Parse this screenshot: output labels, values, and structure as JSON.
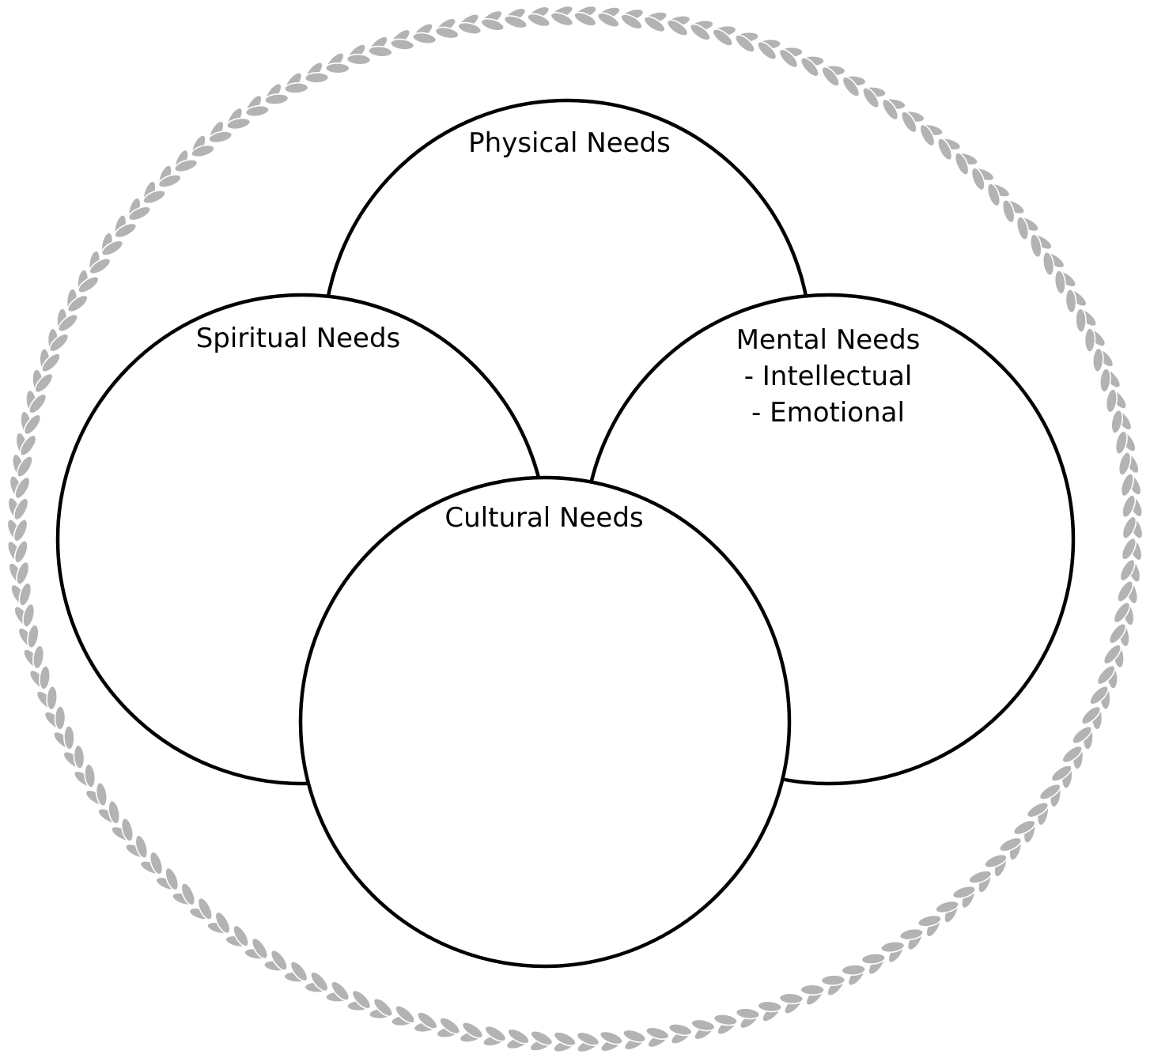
{
  "diagram": {
    "circles": {
      "physical": {
        "label": "Physical Needs"
      },
      "spiritual": {
        "label": "Spiritual Needs"
      },
      "mental": {
        "label": "Mental Needs",
        "sub_items": [
          "- Intellectual",
          "- Emotional"
        ]
      },
      "cultural": {
        "label": "Cultural Needs"
      }
    },
    "colors": {
      "outline": "#000000",
      "fill": "#ffffff",
      "braid": "#b3b3b3",
      "braid_stroke": "#ffffff"
    }
  }
}
